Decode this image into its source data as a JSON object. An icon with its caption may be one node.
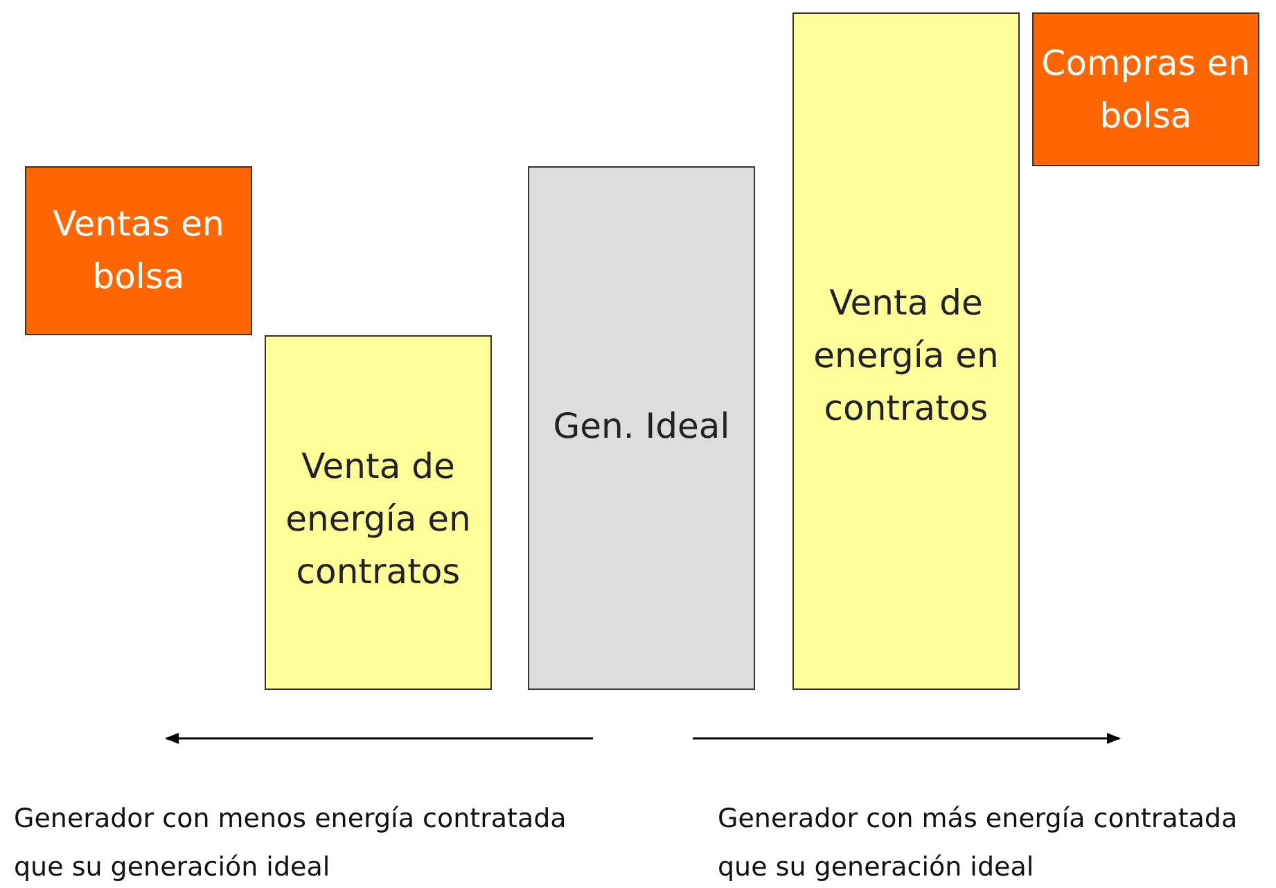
{
  "diagram": {
    "nodes": [
      {
        "text": [
          "Ventas en bolsa"
        ]
      },
      {
        "text": [
          "Venta de energía en contratos"
        ]
      },
      {
        "text": [
          "Gen. Ideal"
        ]
      },
      {
        "text": [
          "Venta de energía en contratos"
        ]
      },
      {
        "text": [
          "Compras en bolsa"
        ]
      }
    ],
    "labels": [
      "Generador con menos energía contratada que su generación ideal",
      "Generador con más energía contratada que su generación ideal"
    ]
  }
}
